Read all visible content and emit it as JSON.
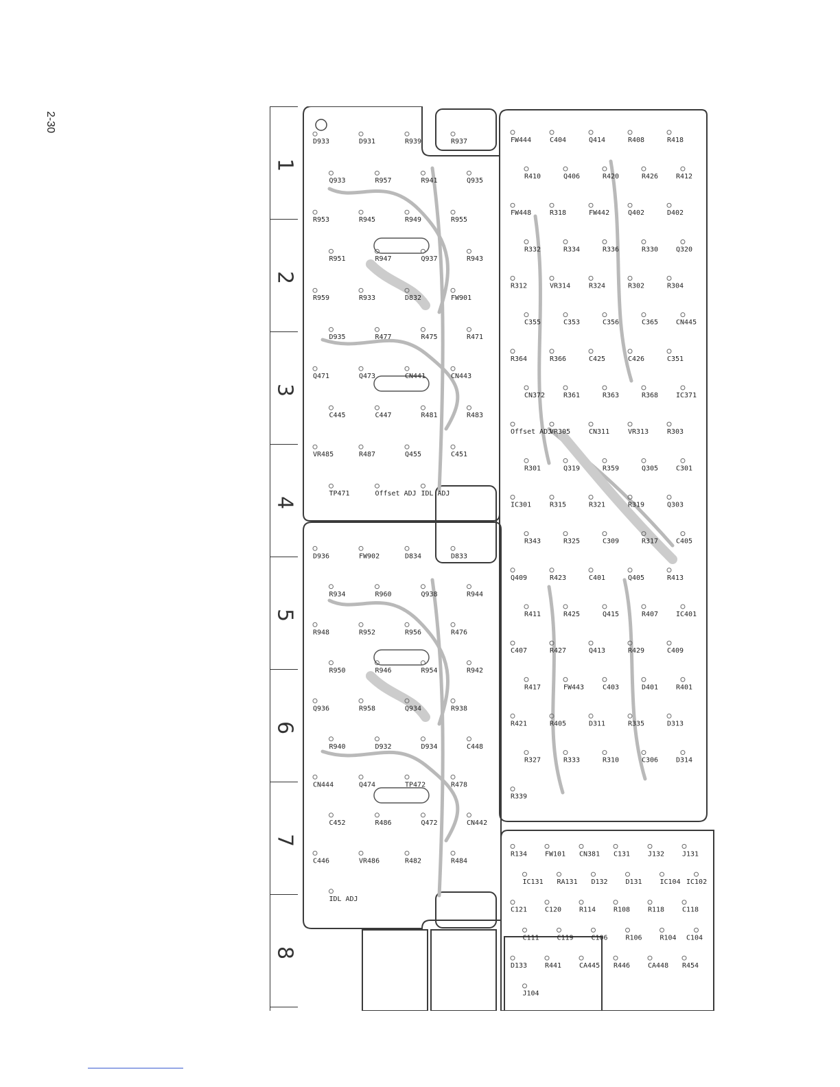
{
  "page": {
    "number": "2-30"
  },
  "ruler": {
    "rows": [
      "1",
      "2",
      "3",
      "4",
      "5",
      "6",
      "7",
      "8"
    ]
  },
  "upper_amp_board": {
    "labels": [
      "D933",
      "D931",
      "R939",
      "R937",
      "Q933",
      "R957",
      "R941",
      "Q935",
      "R953",
      "R945",
      "R949",
      "R955",
      "R951",
      "R947",
      "Q937",
      "R943",
      "R959",
      "R933",
      "D832",
      "FW901",
      "D935",
      "R477",
      "R475",
      "R471",
      "Q471",
      "Q473",
      "CN441",
      "CN443",
      "C445",
      "C447",
      "R481",
      "R483",
      "VR485",
      "R487",
      "Q455",
      "C451",
      "TP471",
      "Offset ADJ",
      "IDL ADJ"
    ]
  },
  "lower_amp_board": {
    "labels": [
      "D936",
      "FW902",
      "D834",
      "D833",
      "R934",
      "R960",
      "Q938",
      "R944",
      "R948",
      "R952",
      "R956",
      "R476",
      "R950",
      "R946",
      "R954",
      "R942",
      "Q936",
      "R958",
      "Q934",
      "R938",
      "R940",
      "D932",
      "D934",
      "C448",
      "CN444",
      "Q474",
      "TP472",
      "R478",
      "C452",
      "R486",
      "Q472",
      "CN442",
      "C446",
      "VR486",
      "R482",
      "R484",
      "IDL ADJ"
    ]
  },
  "main_board": {
    "labels": [
      "FW444",
      "C404",
      "Q414",
      "R408",
      "R418",
      "R410",
      "Q406",
      "R420",
      "R426",
      "R412",
      "FW448",
      "R318",
      "FW442",
      "Q402",
      "D402",
      "R332",
      "R334",
      "R336",
      "R330",
      "Q320",
      "R312",
      "VR314",
      "R324",
      "R302",
      "R304",
      "C355",
      "C353",
      "C356",
      "C365",
      "CN445",
      "R364",
      "R366",
      "C425",
      "C426",
      "C351",
      "CN372",
      "R361",
      "R363",
      "R368",
      "IC371",
      "Offset ADJ",
      "VR305",
      "CN311",
      "VR313",
      "R303",
      "R301",
      "Q319",
      "R359",
      "Q305",
      "C301",
      "IC301",
      "R315",
      "R321",
      "R319",
      "Q303",
      "R343",
      "R325",
      "C309",
      "R317",
      "C405",
      "Q409",
      "R423",
      "C401",
      "Q405",
      "R413",
      "R411",
      "R425",
      "Q415",
      "R407",
      "IC401",
      "C407",
      "R427",
      "Q413",
      "R429",
      "C409",
      "R417",
      "FW443",
      "C403",
      "D401",
      "R401",
      "R421",
      "R405",
      "D311",
      "R335",
      "D313",
      "R327",
      "R333",
      "R310",
      "C306",
      "D314",
      "R339"
    ]
  },
  "front_section": {
    "labels": [
      "R134",
      "FW101",
      "CN381",
      "C131",
      "J132",
      "J131",
      "IC131",
      "RA131",
      "D132",
      "D131",
      "IC104",
      "IC102",
      "C121",
      "C120",
      "R114",
      "R108",
      "R118",
      "C118",
      "C111",
      "C119",
      "C106",
      "R106",
      "R104",
      "C104",
      "D133",
      "R441",
      "CA445",
      "R446",
      "CA448",
      "R454",
      "J104"
    ]
  },
  "colors": {
    "trace": "#b9b9b9",
    "outline": "#3a3a3a",
    "text": "#222222",
    "footer_rule": "#3a5bd0"
  }
}
